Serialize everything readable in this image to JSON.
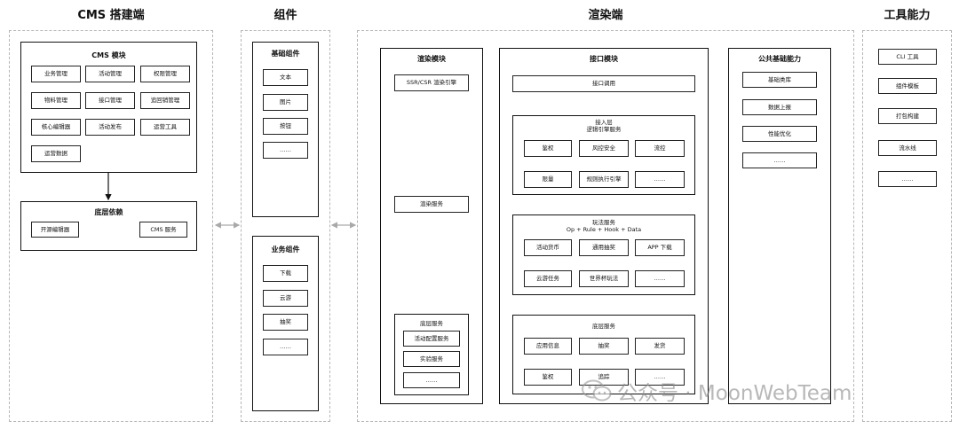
{
  "sections": {
    "cms": "CMS 搭建端",
    "components": "组件",
    "render": "渲染端",
    "tools": "工具能力"
  },
  "cms": {
    "module_title": "CMS 模块",
    "modules": [
      "业务管理",
      "活动管理",
      "权限管理",
      "物料管理",
      "接口管理",
      "追回销管理",
      "核心编辑器",
      "活动发布",
      "运营工具",
      "运营数据"
    ],
    "deps_title": "底层依赖",
    "deps": [
      "开源编辑器",
      "CMS 服务"
    ]
  },
  "components": {
    "basic_title": "基础组件",
    "basic": [
      "文本",
      "图片",
      "按钮",
      "……"
    ],
    "business_title": "业务组件",
    "business": [
      "下载",
      "云游",
      "抽奖",
      "……"
    ]
  },
  "render": {
    "render_module": {
      "title": "渲染模块",
      "engine": "SSR/CSR 渲染引擎",
      "service": "渲染服务",
      "base_title": "底层服务",
      "base": [
        "活动配置服务",
        "实验服务",
        "……"
      ]
    },
    "api_module": {
      "title": "接口模块",
      "call": "接口调用",
      "access_title_1": "接入层",
      "access_title_2": "逻辑引擎服务",
      "access": [
        "鉴权",
        "风控安全",
        "流控",
        "限量",
        "规则执行引擎",
        "……"
      ],
      "play_title_1": "玩法服务",
      "play_title_2": "Op + Rule + Hook + Data",
      "play": [
        "活动货币",
        "通用抽奖",
        "APP 下载",
        "云游任务",
        "世界杯玩法",
        "……"
      ],
      "base_title": "底层服务",
      "base": [
        "应用信息",
        "抽奖",
        "发货",
        "鉴权",
        "追踪",
        "……"
      ]
    },
    "common": {
      "title": "公共基础能力",
      "items": [
        "基础类库",
        "数据上报",
        "性能优化",
        "……"
      ]
    }
  },
  "tools": {
    "items": [
      "CLI 工具",
      "组件模板",
      "打包构建",
      "流水线",
      "……"
    ]
  },
  "watermark": "公众号 · MoonWebTeam",
  "colors": {
    "line": "#111111",
    "dashed": "#b5b5b5",
    "connector": "#a9a9a9"
  }
}
